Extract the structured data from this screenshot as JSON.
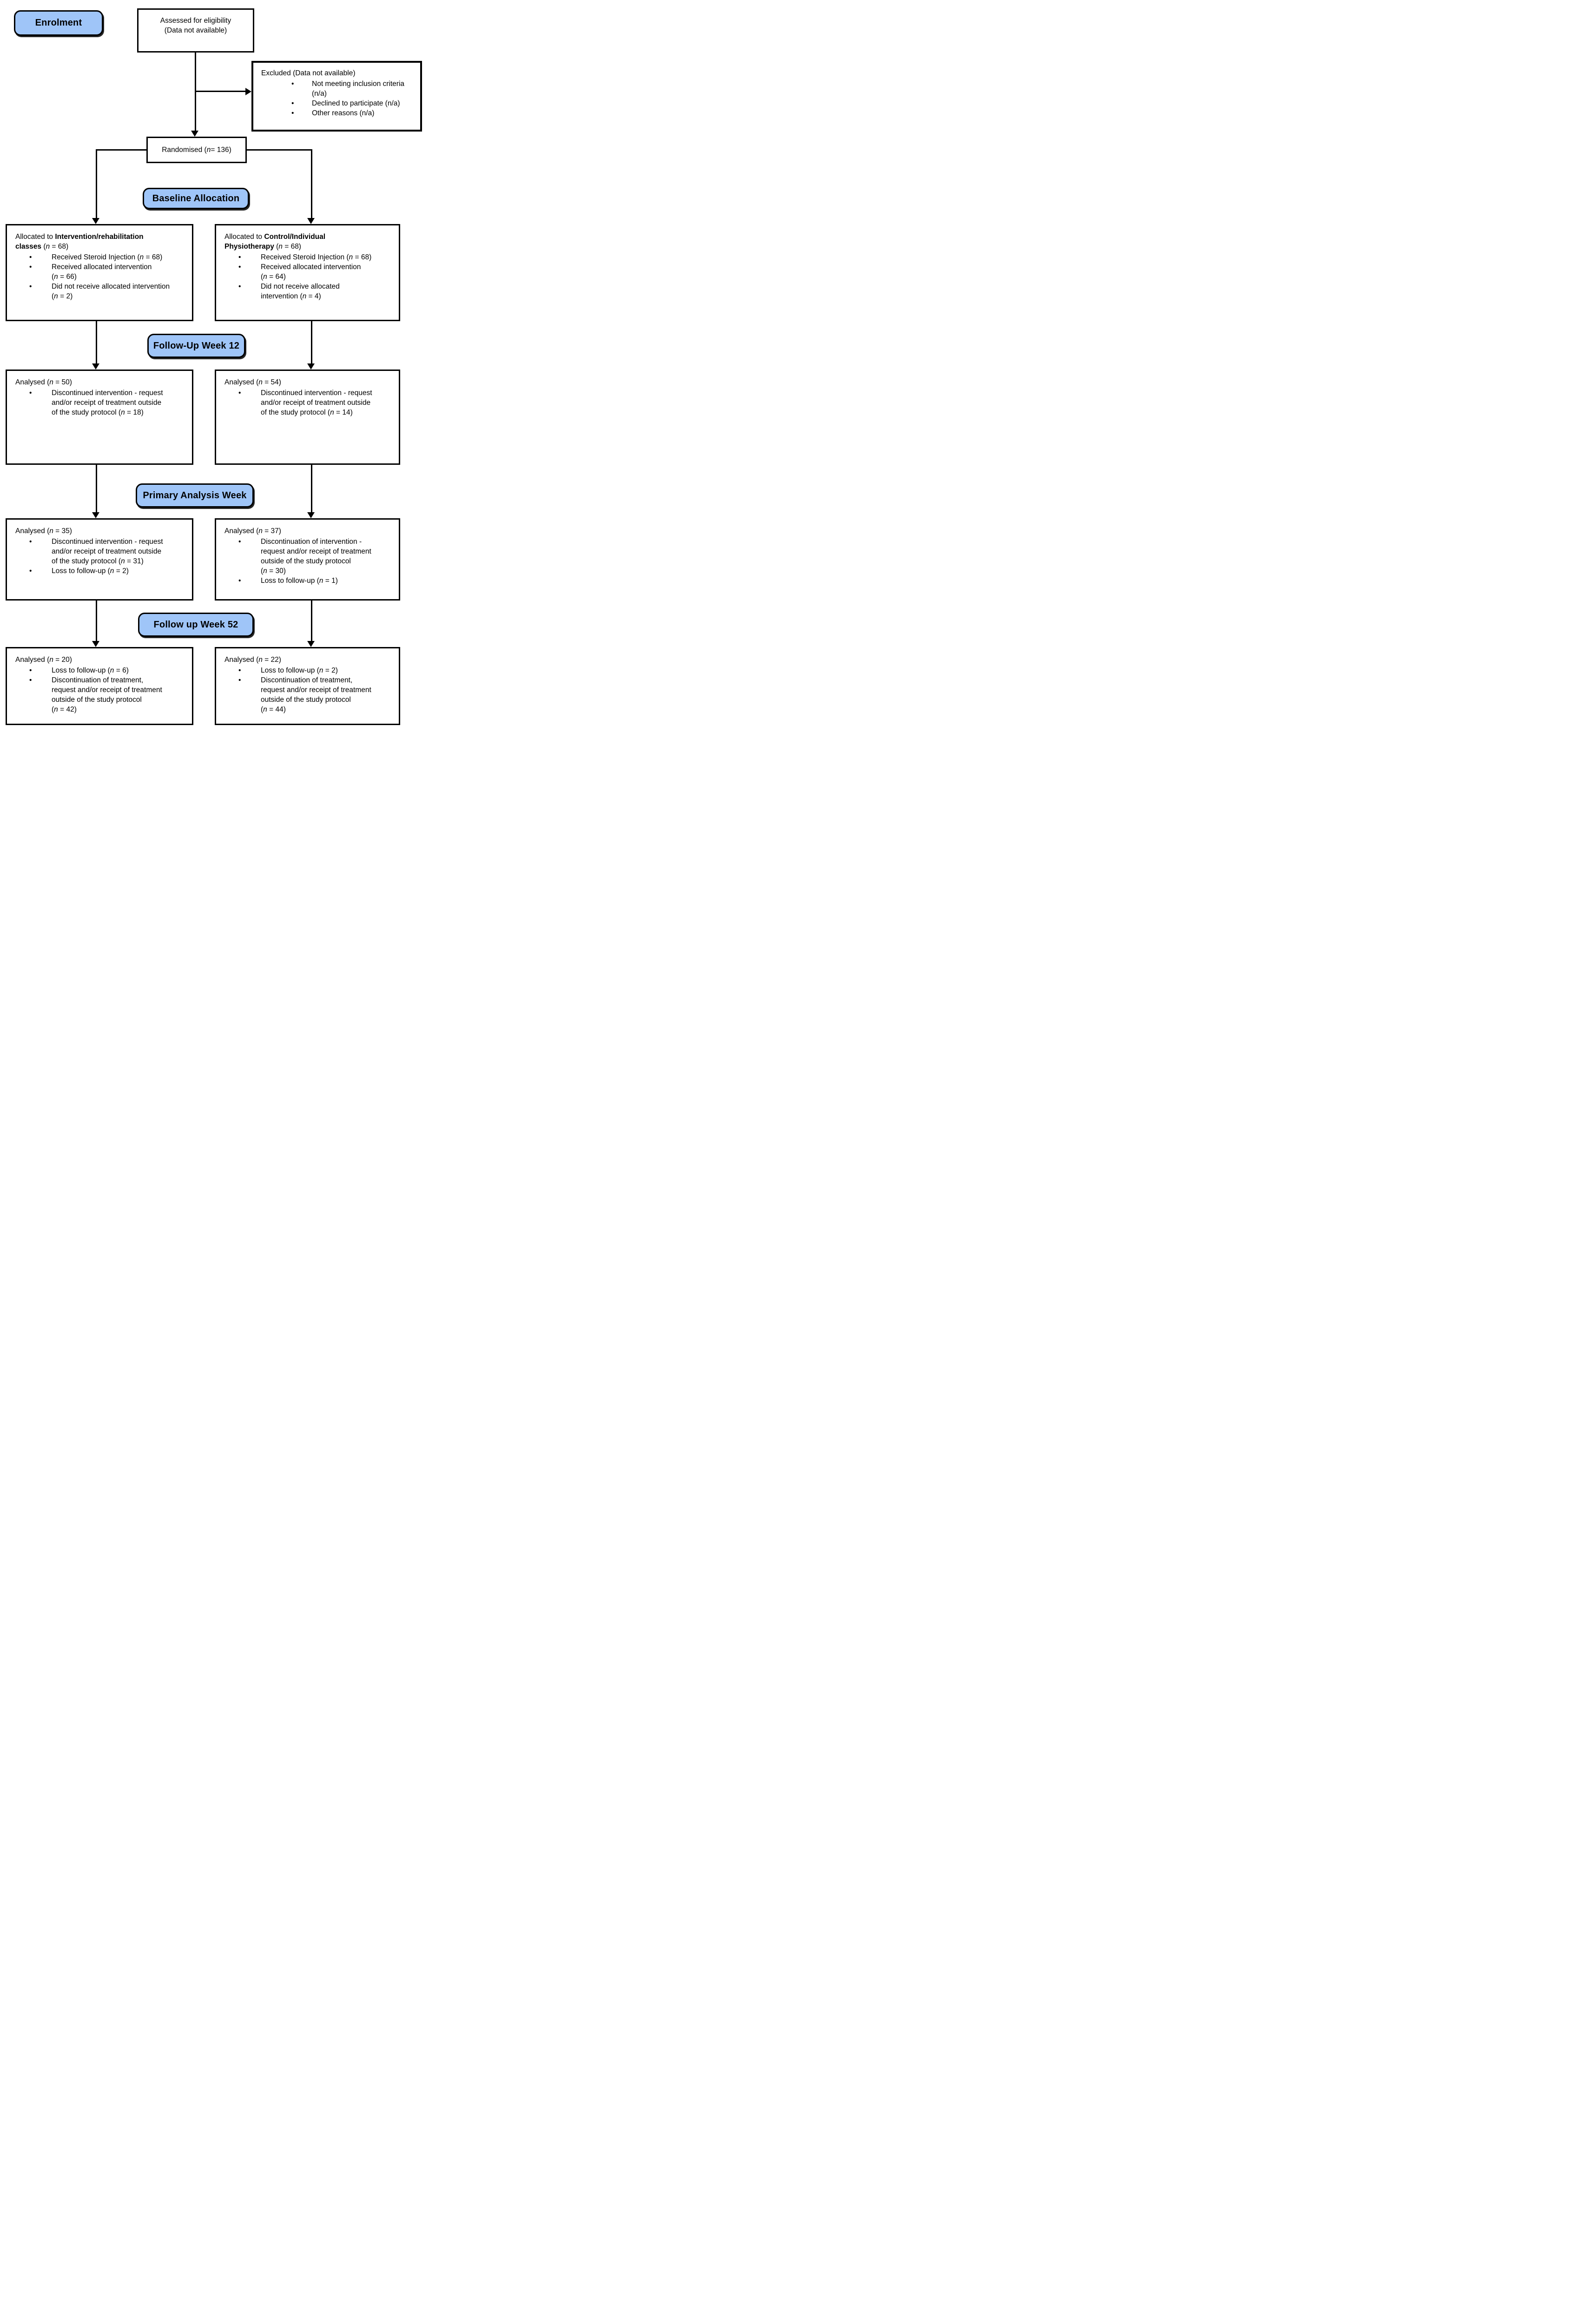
{
  "colors": {
    "stage_fill": "#9FC5F8",
    "border": "#000000",
    "box_bg": "#FFFFFF",
    "text": "#000000"
  },
  "stages": {
    "enrolment": "Enrolment",
    "baseline": "Baseline Allocation",
    "week12": "Follow-Up Week 12",
    "primary": "Primary Analysis Week",
    "week52": "Follow up Week 52"
  },
  "boxes": {
    "assessed": {
      "lines": [
        "Assessed for eligibility",
        "(Data not available)"
      ]
    },
    "excluded": {
      "title": "Excluded (Data not available)",
      "bullets": [
        [
          "Not meeting inclusion criteria",
          "(n/a)"
        ],
        [
          "Declined to participate (n/a)"
        ],
        [
          "Other reasons (n/a)"
        ]
      ]
    },
    "randomised": {
      "text": "Randomised (n = 136)"
    },
    "alloc_left": {
      "title_lines": [
        "Allocated to **Intervention/rehabilitation**",
        "**classes** (n = 68)"
      ],
      "bullets": [
        [
          "Received Steroid Injection (n = 68)"
        ],
        [
          "Received allocated intervention",
          "(n = 66)"
        ],
        [
          "Did not receive allocated intervention",
          "(n = 2)"
        ]
      ]
    },
    "alloc_right": {
      "title_lines": [
        "Allocated to **Control/Individual**",
        "**Physiotherapy** (n = 68)"
      ],
      "bullets": [
        [
          "Received Steroid Injection (n = 68)"
        ],
        [
          "Received allocated intervention",
          "(n = 64)"
        ],
        [
          "Did not receive allocated",
          "intervention (n = 4)"
        ]
      ]
    },
    "week12_left": {
      "title_lines": [
        "Analysed (n = 50)"
      ],
      "bullets": [
        [
          "Discontinued intervention - request",
          "and/or receipt of treatment outside",
          "of the study protocol (n = 18)"
        ]
      ]
    },
    "week12_right": {
      "title_lines": [
        "Analysed (n = 54)"
      ],
      "bullets": [
        [
          "Discontinued intervention - request",
          "and/or receipt of treatment outside",
          "of the study protocol (n = 14)"
        ]
      ]
    },
    "primary_left": {
      "title_lines": [
        "Analysed (n = 35)"
      ],
      "bullets": [
        [
          "Discontinued intervention - request",
          "and/or receipt of treatment outside",
          "of the study protocol (n = 31)"
        ],
        [
          "Loss to follow-up (n = 2)"
        ]
      ]
    },
    "primary_right": {
      "title_lines": [
        "Analysed (n = 37)"
      ],
      "bullets": [
        [
          "Discontinuation of intervention -",
          "request and/or receipt of treatment",
          "outside of the study protocol",
          "(n = 30)"
        ],
        [
          "Loss to follow-up (n = 1)"
        ]
      ]
    },
    "week52_left": {
      "title_lines": [
        "Analysed (n = 20)"
      ],
      "bullets": [
        [
          "Loss to follow-up (n = 6)"
        ],
        [
          "Discontinuation of treatment,",
          "request and/or receipt of treatment",
          "outside of the study protocol",
          "(n = 42)"
        ]
      ]
    },
    "week52_right": {
      "title_lines": [
        "Analysed (n = 22)"
      ],
      "bullets": [
        [
          "Loss to follow-up (n = 2)"
        ],
        [
          "Discontinuation of treatment,",
          "request and/or receipt of treatment",
          "outside of the study protocol",
          "(n = 44)"
        ]
      ]
    }
  }
}
